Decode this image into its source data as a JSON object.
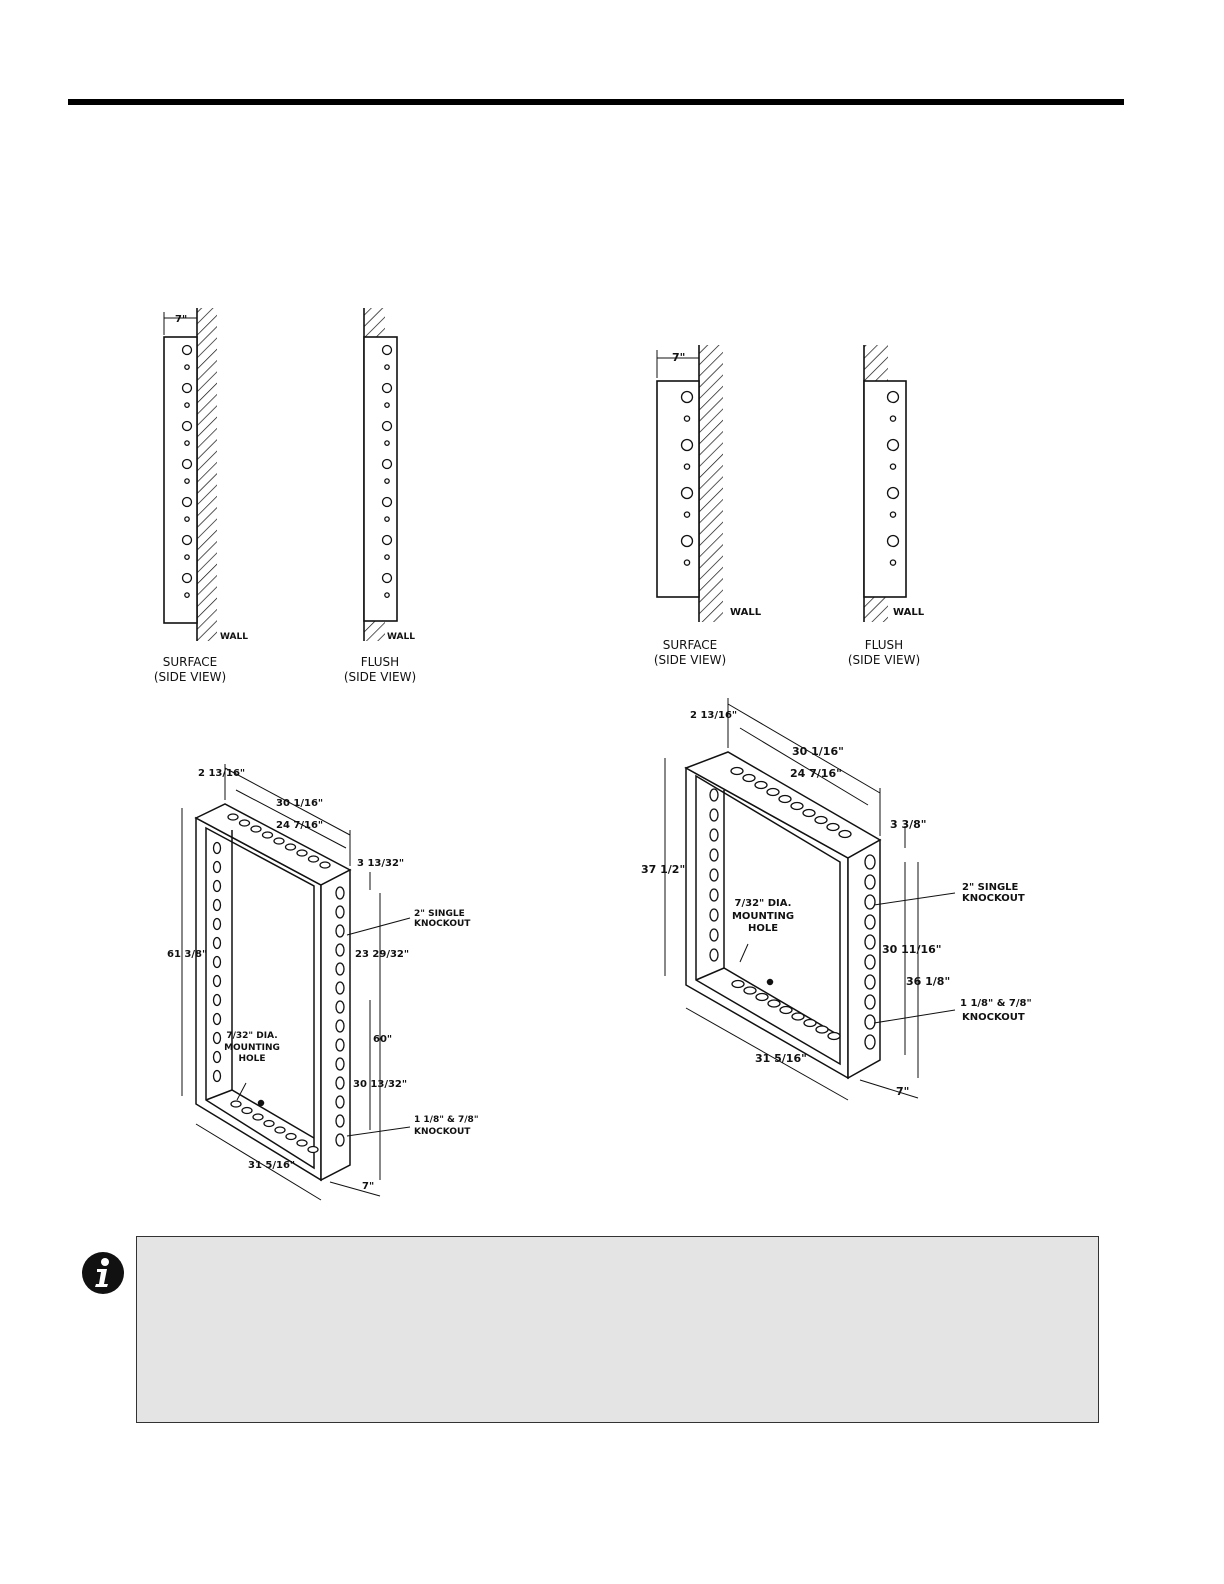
{
  "left_diagram": {
    "surface_depth": "7\"",
    "wall_label_surface": "WALL",
    "wall_label_flush": "WALL",
    "surface_caption": [
      "SURFACE",
      "(SIDE VIEW)"
    ],
    "flush_caption": [
      "FLUSH",
      "(SIDE VIEW)"
    ],
    "iso": {
      "dim_depth_top": "2 13/16\"",
      "dim_outer_width": "30 1/16\"",
      "dim_inner_width": "24 7/16\"",
      "dim_side_offset": "3 13/32\"",
      "dim_height": "61 3/8\"",
      "dim_upper_spacing": "23 29/32\"",
      "dim_inner_height": "60\"",
      "dim_lower_spacing": "30 13/32\"",
      "dim_bottom_width": "31 5/16\"",
      "dim_bottom_depth": "7\"",
      "label_single_knockout": [
        "2\" SINGLE",
        "KNOCKOUT"
      ],
      "label_mounting_hole": [
        "7/32\" DIA.",
        "MOUNTING",
        "HOLE"
      ],
      "label_knockout": [
        "1 1/8\" & 7/8\"",
        "KNOCKOUT"
      ]
    }
  },
  "right_diagram": {
    "surface_depth": "7\"",
    "wall_label_surface": "WALL",
    "wall_label_flush": "WALL",
    "surface_caption": [
      "SURFACE",
      "(SIDE VIEW)"
    ],
    "flush_caption": [
      "FLUSH",
      "(SIDE VIEW)"
    ],
    "iso": {
      "dim_depth_top": "2 13/16\"",
      "dim_outer_width": "30 1/16\"",
      "dim_inner_width": "24 7/16\"",
      "dim_side_offset": "3 3/8\"",
      "dim_height": "37 1/2\"",
      "dim_inner_height": "30 11/16\"",
      "dim_outer_height": "36 1/8\"",
      "dim_bottom_width": "31 5/16\"",
      "dim_bottom_depth": "7\"",
      "label_single_knockout": [
        "2\" SINGLE",
        "KNOCKOUT"
      ],
      "label_mounting_hole": [
        "7/32\" DIA.",
        "MOUNTING",
        "HOLE"
      ],
      "label_knockout": [
        "1 1/8\" & 7/8\"",
        "KNOCKOUT"
      ]
    }
  },
  "note": {
    "icon": "info-icon",
    "text": ""
  }
}
